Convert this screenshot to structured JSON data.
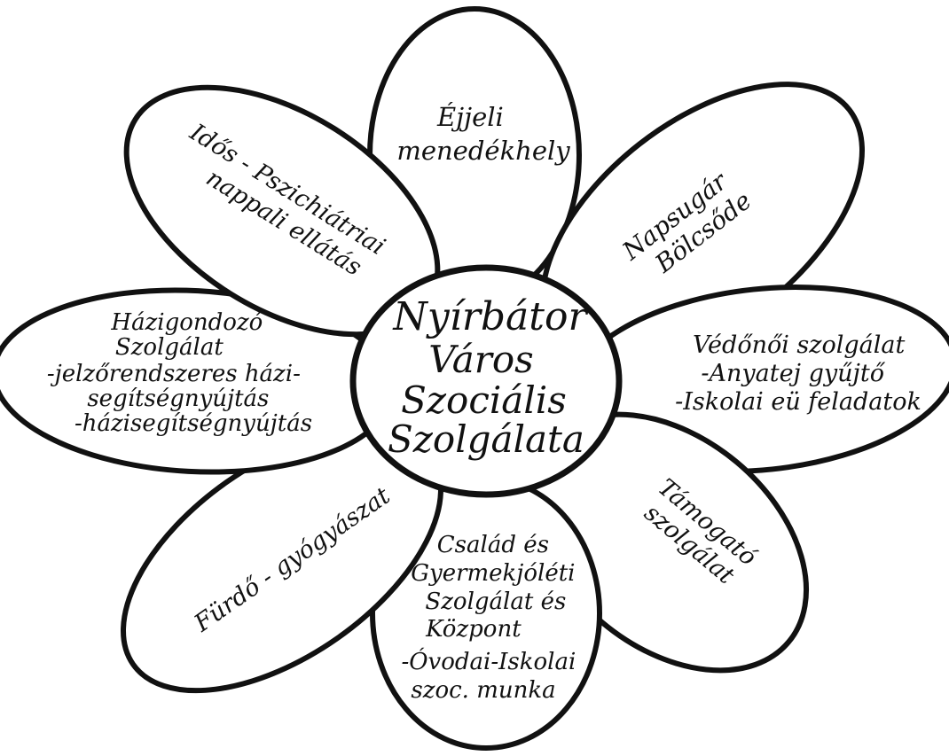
{
  "center": {
    "lines": [
      "Nyírbátor",
      "Város",
      "Szociális",
      "Szolgálata"
    ]
  },
  "petals": [
    {
      "id": "ejjeli",
      "lines": [
        "Éjjeli",
        "menedékhely"
      ]
    },
    {
      "id": "napsugar",
      "lines": [
        "Napsugár",
        "Bölcsőde"
      ]
    },
    {
      "id": "vedonoi",
      "lines": [
        "Védőnői szolgálat",
        "-Anyatej gyűjtő",
        "-Iskolai eü feladatok"
      ]
    },
    {
      "id": "tamogato",
      "lines": [
        "Támogató",
        "szolgálat"
      ]
    },
    {
      "id": "csalad",
      "lines": [
        "Család és",
        "Gyermekjóléti",
        "Szolgálat és",
        "Központ",
        "-Óvodai-Iskolai",
        "szoc. munka"
      ]
    },
    {
      "id": "furdo",
      "lines": [
        "Fürdő - gyógyászat"
      ]
    },
    {
      "id": "hazigondozo",
      "lines": [
        "Házigondozó",
        "Szolgálat",
        "-jelzőrendszeres házi-",
        "segítségnyújtás",
        "-házisegítségnyújtás"
      ]
    },
    {
      "id": "idos",
      "lines": [
        "Idős - Pszichiátriai",
        "nappali ellátás"
      ]
    }
  ]
}
